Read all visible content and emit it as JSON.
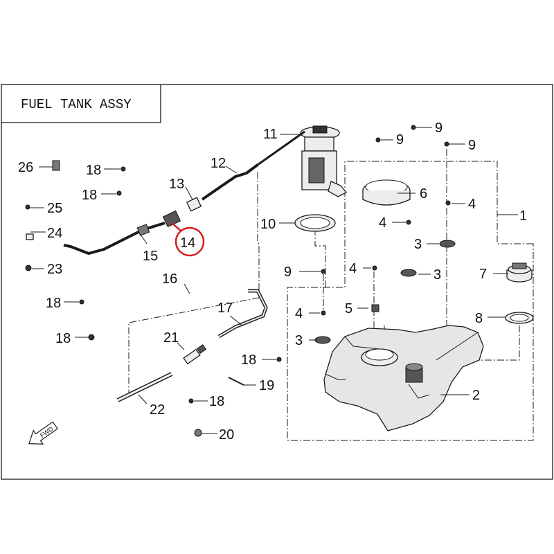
{
  "title": "FUEL TANK ASSY",
  "direction_marker": "FWD",
  "highlight_color": "#d42020",
  "callouts": {
    "p1": "1",
    "p2": "2",
    "p3a": "3",
    "p3b": "3",
    "p3c": "3",
    "p4a": "4",
    "p4b": "4",
    "p4c": "4",
    "p4d": "4",
    "p5": "5",
    "p6": "6",
    "p7": "7",
    "p8": "8",
    "p9a": "9",
    "p9b": "9",
    "p9c": "9",
    "p9d": "9",
    "p10": "10",
    "p11": "11",
    "p12": "12",
    "p13": "13",
    "p14": "14",
    "p15": "15",
    "p16": "16",
    "p17": "17",
    "p18a": "18",
    "p18b": "18",
    "p18c": "18",
    "p18d": "18",
    "p18e": "18",
    "p18f": "18",
    "p19": "19",
    "p20": "20",
    "p21": "21",
    "p22": "22",
    "p23": "23",
    "p24": "24",
    "p25": "25",
    "p26": "26"
  }
}
